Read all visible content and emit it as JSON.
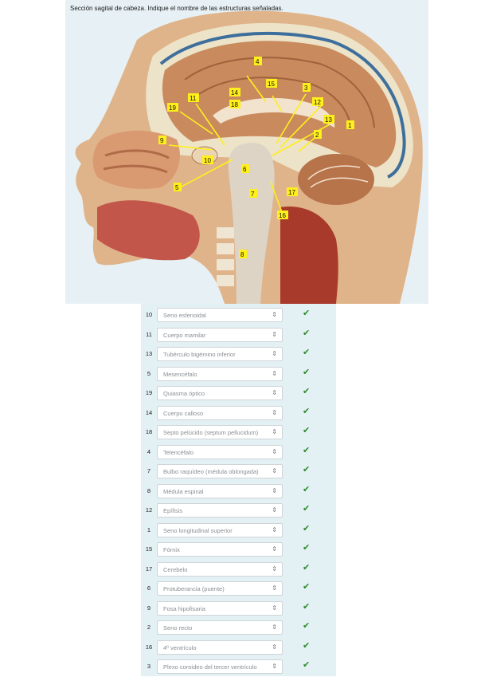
{
  "question": {
    "prompt": "Sección sagital de cabeza. Indique el nombre de las estructuras señaladas."
  },
  "figure_labels": [
    "1",
    "2",
    "3",
    "4",
    "5",
    "6",
    "7",
    "8",
    "9",
    "10",
    "11",
    "12",
    "13",
    "14",
    "15",
    "16",
    "17",
    "18",
    "19"
  ],
  "answers": [
    {
      "num": "10",
      "selected": "Seno esfenoidal"
    },
    {
      "num": "11",
      "selected": "Cuerpo mamilar"
    },
    {
      "num": "13",
      "selected": "Tubérculo bigémino inferior"
    },
    {
      "num": "5",
      "selected": "Mesencéfalo"
    },
    {
      "num": "19",
      "selected": "Quiasma óptico"
    },
    {
      "num": "14",
      "selected": "Cuerpo calloso"
    },
    {
      "num": "18",
      "selected": "Septo pelúcido (septum pellucidum)"
    },
    {
      "num": "4",
      "selected": "Telencéfalo"
    },
    {
      "num": "7",
      "selected": "Bulbo raquídeo (médula oblongada)"
    },
    {
      "num": "8",
      "selected": "Médula espinal"
    },
    {
      "num": "12",
      "selected": "Epífisis"
    },
    {
      "num": "1",
      "selected": "Seno longitudinal superior"
    },
    {
      "num": "15",
      "selected": "Fórnix"
    },
    {
      "num": "17",
      "selected": "Cerebelo"
    },
    {
      "num": "6",
      "selected": "Protuberancia (puente)"
    },
    {
      "num": "9",
      "selected": "Fosa hipofisaria"
    },
    {
      "num": "2",
      "selected": "Seno recto"
    },
    {
      "num": "16",
      "selected": "4º ventrículo"
    },
    {
      "num": "3",
      "selected": "Plexo coroideo del tercer ventrículo"
    }
  ],
  "icons": {
    "caret": "updown-caret-icon",
    "check": "checkmark-icon"
  },
  "colors": {
    "check": "#2f8a2f",
    "label": "#ffef1a",
    "panel": "#e7f1f5"
  }
}
